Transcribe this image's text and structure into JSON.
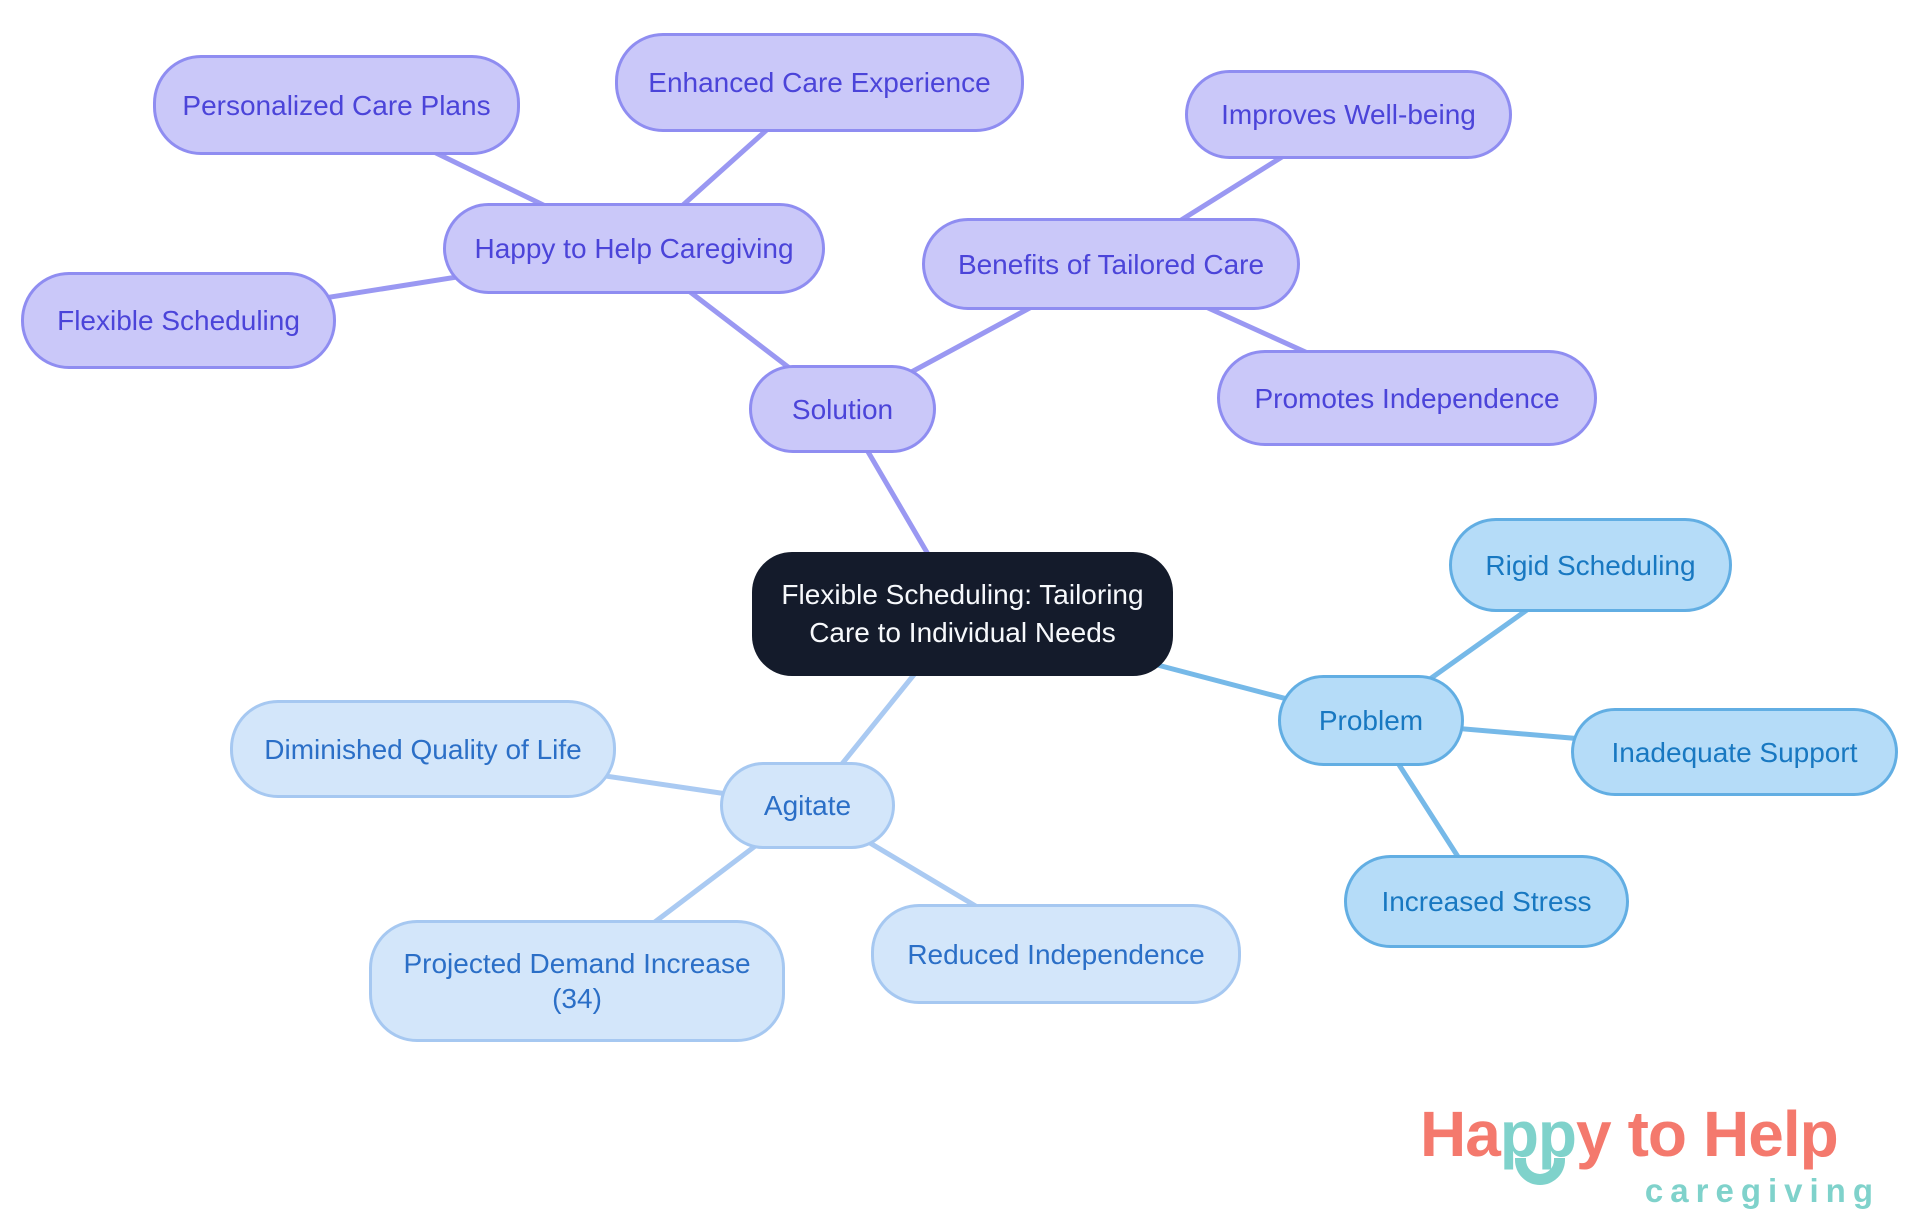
{
  "mindmap": {
    "central": "Flexible Scheduling: Tailoring Care to Individual Needs",
    "nodes": {
      "solution": "Solution",
      "happy_to_help_caregiving": "Happy to Help Caregiving",
      "personalized_care_plans": "Personalized Care Plans",
      "enhanced_care_experience": "Enhanced Care Experience",
      "flexible_scheduling": "Flexible Scheduling",
      "benefits_of_tailored_care": "Benefits of Tailored Care",
      "improves_well_being": "Improves Well-being",
      "promotes_independence": "Promotes Independence",
      "problem": "Problem",
      "rigid_scheduling": "Rigid Scheduling",
      "inadequate_support": "Inadequate Support",
      "increased_stress": "Increased Stress",
      "agitate": "Agitate",
      "diminished_quality_of_life": "Diminished Quality of Life",
      "projected_demand_increase": "Projected Demand Increase (34)",
      "reduced_independence": "Reduced Independence"
    },
    "colors": {
      "solution-fill": "#cac8f9",
      "solution-border": "#8f8df1",
      "solution-text": "#4b44d9",
      "solution-line": "#9a98f2",
      "problem-fill": "#b5dcf8",
      "problem-border": "#62aee3",
      "problem-text": "#1878c1",
      "problem-line": "#76b9e8",
      "agitate-fill": "#d3e6fa",
      "agitate-border": "#a6c8f1",
      "agitate-text": "#2b6fc7",
      "agitate-line": "#aacaf2",
      "central-bg": "#141b2b",
      "central-text": "#f7f9fc",
      "logo-coral": "#f4796d",
      "logo-teal": "#7fd2cb"
    }
  },
  "logo": {
    "part_ha": "Ha",
    "part_pp": "pp",
    "part_y": "y",
    "part_to": "to",
    "part_help": "Help",
    "subtitle": "caregiving"
  }
}
